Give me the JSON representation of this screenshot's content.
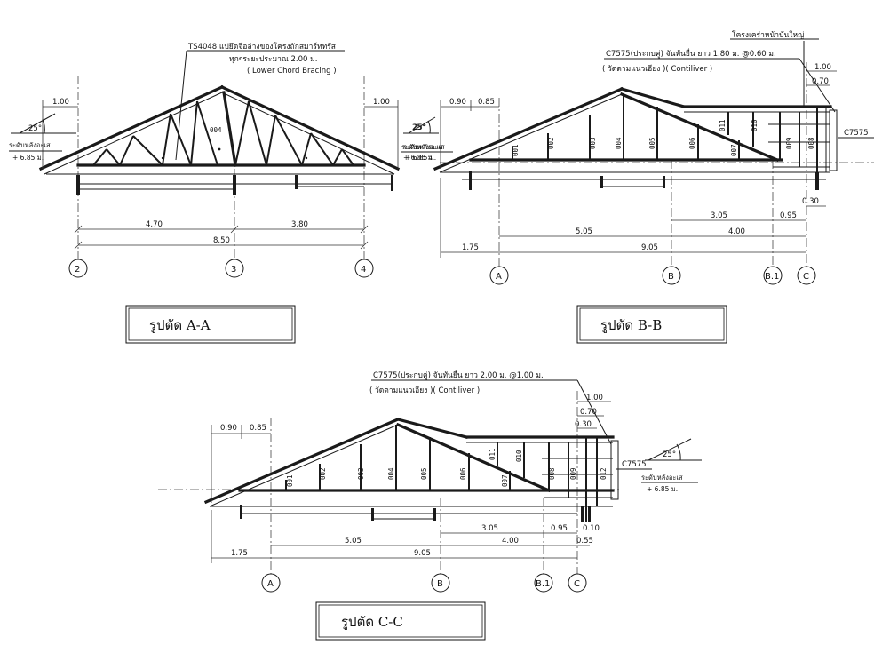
{
  "section_aa": {
    "caption": "รูปตัด   A-A",
    "note_line1": "TS4048 แปยึดจีอล่างของโครงถักสมาร์ททรัส",
    "note_line2": "ทุกๆระยะประมาณ 2.00 ม.",
    "note_line3": "( Lower Chord Bracing )",
    "member_label": "004",
    "dim_overhang_left": "1.00",
    "dim_overhang_right": "1.00",
    "dim_span_left": "4.70",
    "dim_span_right": "3.80",
    "dim_total": "8.50",
    "pitch_left": "25°",
    "pitch_right": "25°",
    "level_left_1": "ระดับหลังอะเส",
    "level_left_2": "+ 6.85 ม.",
    "level_right_1": "ระดับหลังอะเส",
    "level_right_2": "+ 6.85 ม.",
    "grids": [
      "2",
      "3",
      "4"
    ]
  },
  "section_bb": {
    "caption": "รูปตัด   B-B",
    "note_top": "โครงเคร่าหน้าบันใหญ่",
    "note_line1": "C7575(ประกบคู่) จันทันยื่น ยาว 1.80 ม. @0.60 ม.",
    "note_line2": "( วัดตามแนวเอียง )( Contiliver )",
    "side_label": "C7575",
    "pitch": "25°",
    "level_1": "ระดับหลังอะเส",
    "level_2": "+ 6.85 ม.",
    "members": [
      "001",
      "002",
      "003",
      "004",
      "005",
      "006",
      "007",
      "011",
      "010",
      "009",
      "008"
    ],
    "dim_top_a": "0.90",
    "dim_top_b": "0.85",
    "dim_right_1": "1.00",
    "dim_right_2": "0.70",
    "dim_right_3": "0.30",
    "dim_305": "3.05",
    "dim_095": "0.95",
    "dim_505": "5.05",
    "dim_400": "4.00",
    "dim_175": "1.75",
    "dim_905": "9.05",
    "grids": [
      "A",
      "B",
      "B.1",
      "C"
    ]
  },
  "section_cc": {
    "caption": "รูปตัด   C-C",
    "note_line1": "C7575(ประกบคู่) จันทันยื่น ยาว 2.00 ม. @1.00 ม.",
    "note_line2": "( วัดตามแนวเอียง )( Contiliver )",
    "side_label": "C7575",
    "pitch": "25°",
    "level_1": "ระดับหลังอะเส",
    "level_2": "+ 6.85 ม.",
    "members": [
      "001",
      "002",
      "003",
      "004",
      "005",
      "006",
      "007",
      "011",
      "010",
      "008",
      "009",
      "012"
    ],
    "dim_top_a": "0.90",
    "dim_top_b": "0.85",
    "dim_right_1": "1.00",
    "dim_right_2": "0.70",
    "dim_right_3": "0.30",
    "dim_305": "3.05",
    "dim_095": "0.95",
    "dim_010": "0.10",
    "dim_505": "5.05",
    "dim_400": "4.00",
    "dim_055": "0.55",
    "dim_175": "1.75",
    "dim_905": "9.05",
    "grids": [
      "A",
      "B",
      "B.1",
      "C"
    ]
  }
}
